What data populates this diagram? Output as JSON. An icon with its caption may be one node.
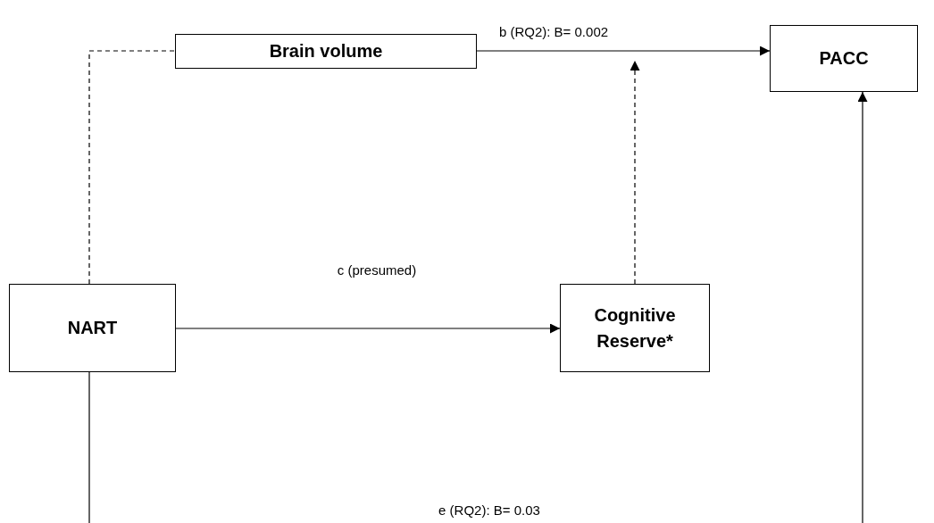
{
  "diagram": {
    "nodes": [
      {
        "text": [
          "Brain volume"
        ]
      },
      {
        "text": [
          "PACC"
        ]
      },
      {
        "text": [
          "NART"
        ]
      },
      {
        "text": [
          "Cognitive Reserve*"
        ]
      }
    ],
    "edges": [
      {
        "from": 2,
        "to": 0,
        "arrow": "none",
        "style": "dashed"
      },
      {
        "from": 0,
        "to": 1,
        "arrow": "to",
        "label": "b (RQ2): B= 0.002"
      },
      {
        "from": 3,
        "to": null,
        "arrow": "to",
        "style": "dashed"
      },
      {
        "from": 2,
        "to": 3,
        "arrow": "to",
        "label": "c (presumed)"
      },
      {
        "from": 2,
        "to": 1,
        "arrow": "to",
        "label": "e (RQ2): B= 0.03"
      }
    ]
  }
}
